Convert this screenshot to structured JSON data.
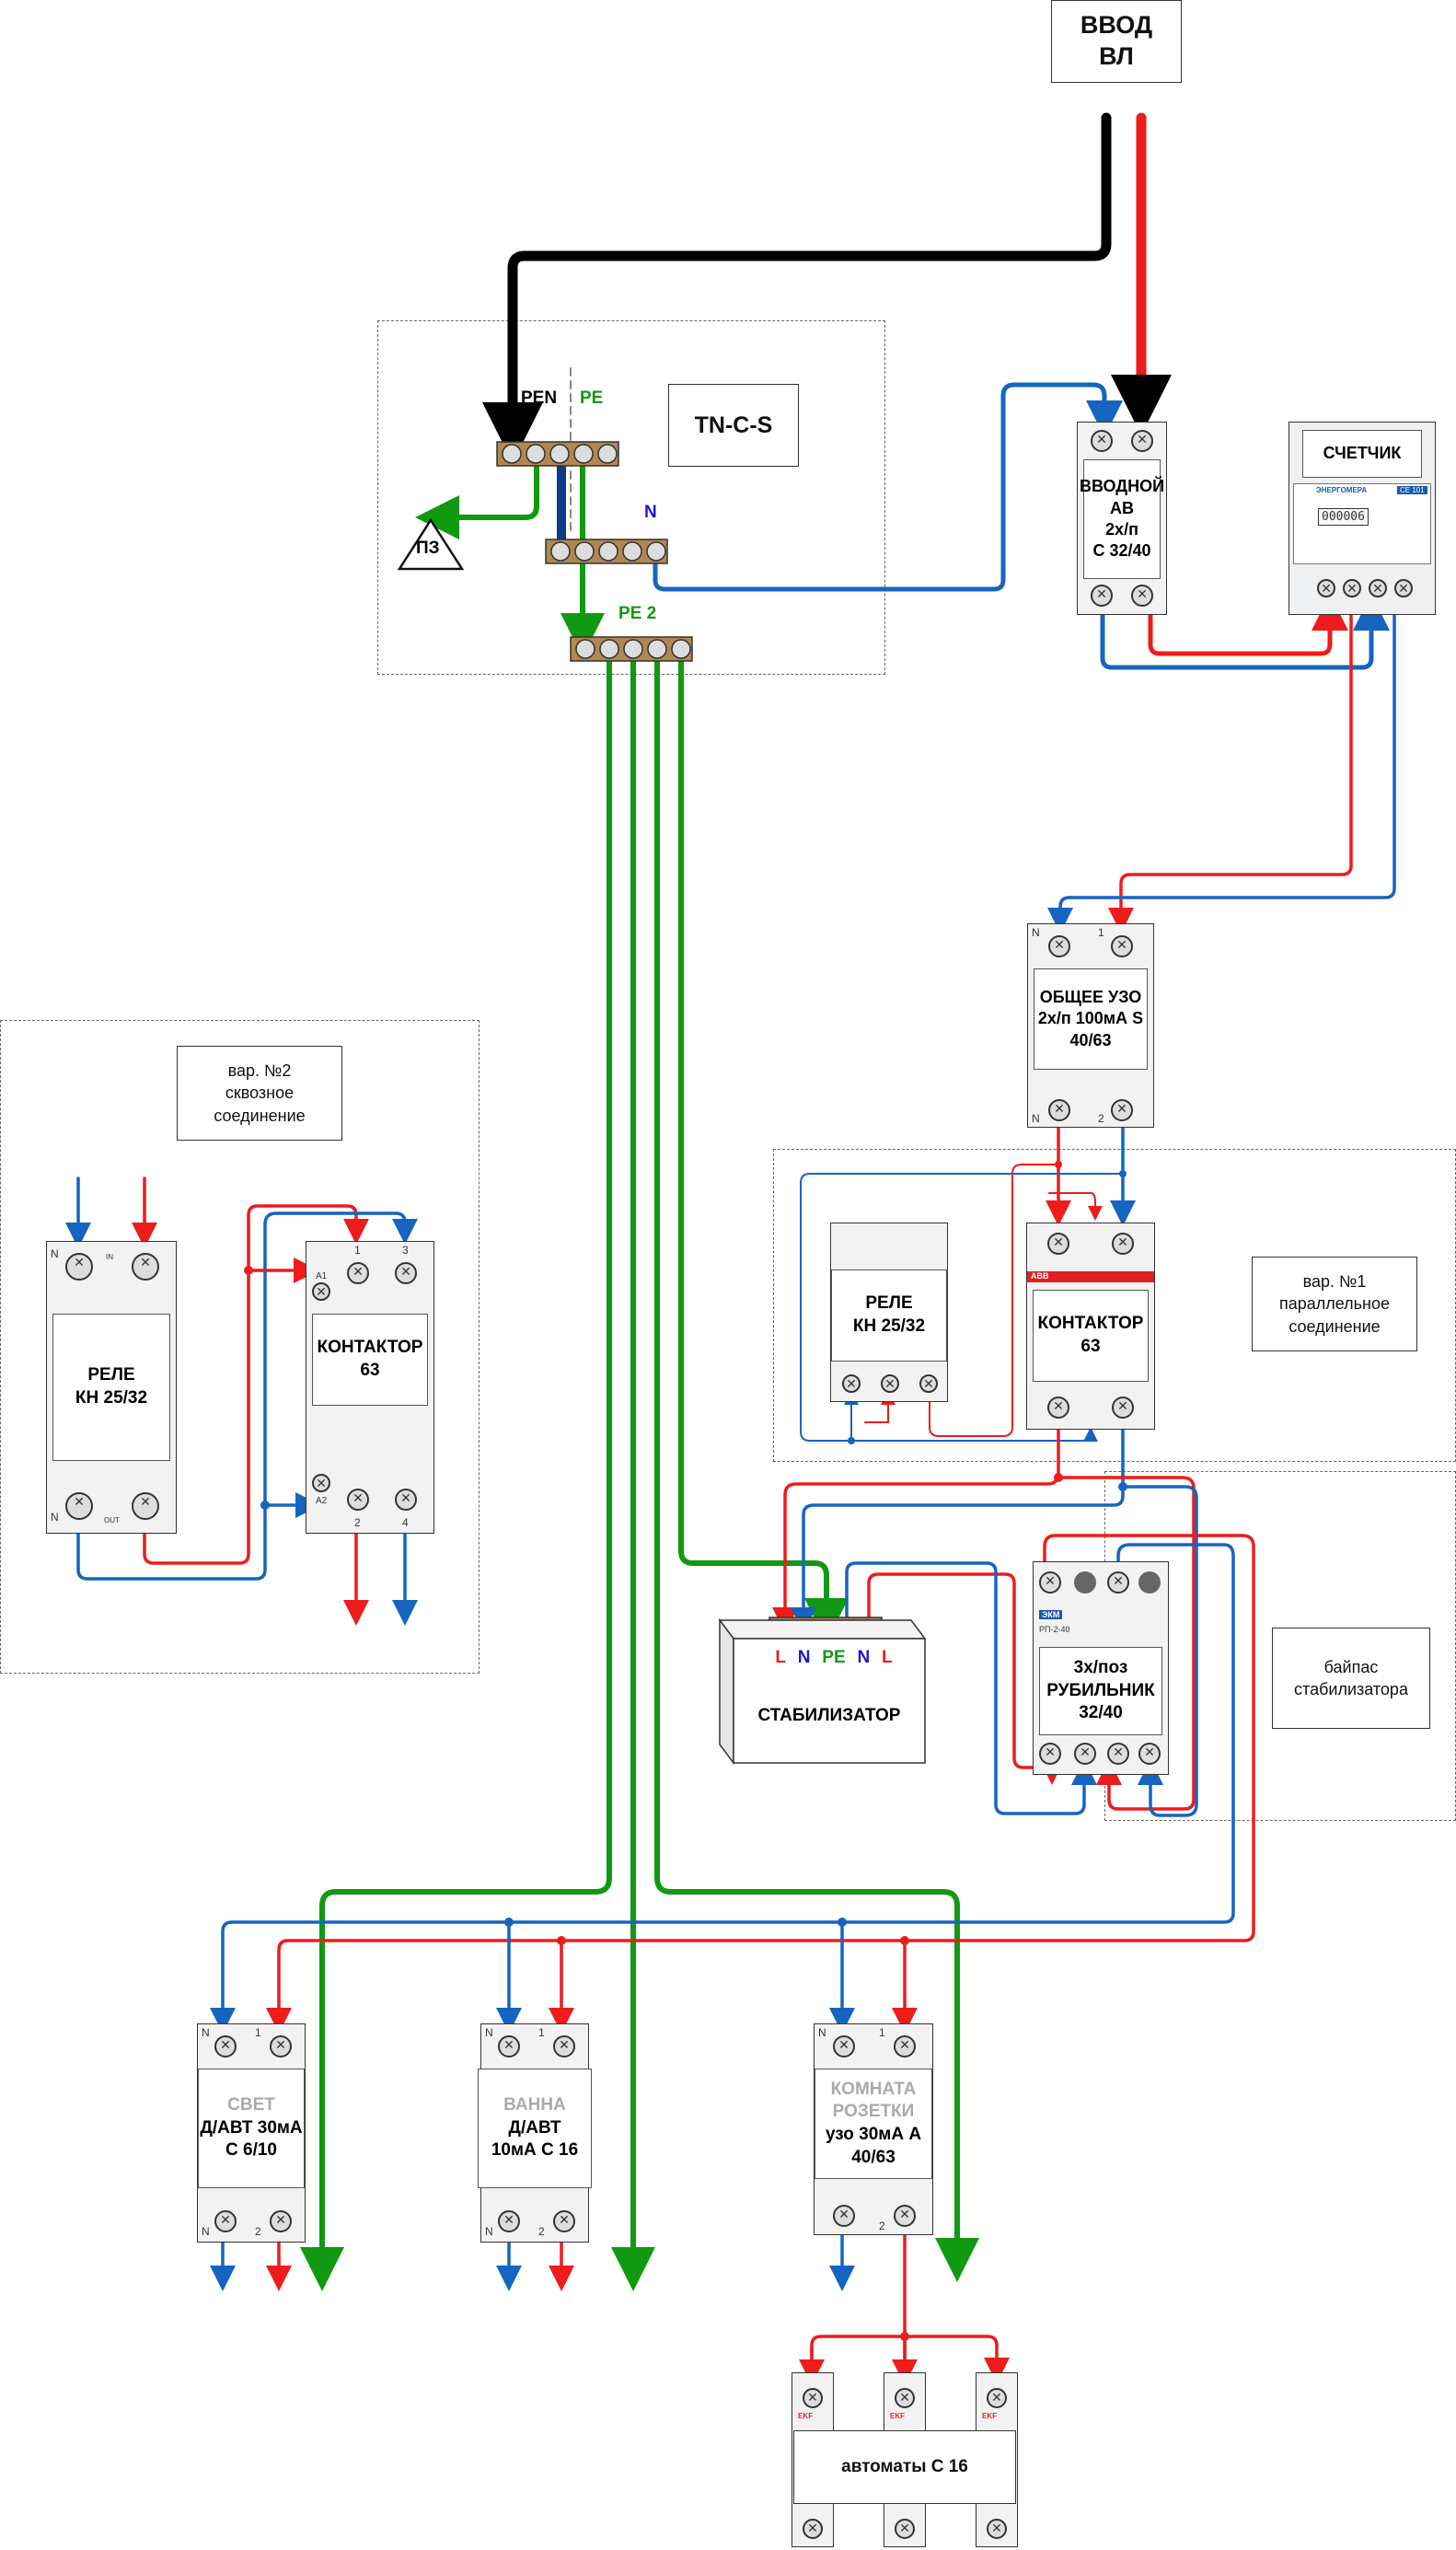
{
  "colors": {
    "phase": "#ee1c1c",
    "neutral": "#1565c0",
    "pe": "#119911",
    "pen": "#000000",
    "gray_text": "#aaaaaa"
  },
  "input": {
    "title": "ВВОД\nВЛ"
  },
  "grounding": {
    "system": "TN-C-S",
    "pen_label": "PEN",
    "pe_label": "PE",
    "n_label": "N",
    "pe2_label": "PE 2",
    "earth_label": "ПЗ"
  },
  "main_breaker": {
    "label": "ВВОДНОЙ\nАВ\n2х/п\nС 32/40"
  },
  "meter": {
    "label": "СЧЕТЧИК",
    "brand": "ЭНЕРГОМЕРА",
    "model": "CE 101",
    "reading": "000006"
  },
  "rcd_main": {
    "label": "ОБЩЕЕ УЗО\n2х/п  100мА S\n40/63",
    "t_n_top": "N",
    "t_1": "1",
    "t_n_bot": "N",
    "t_2": "2"
  },
  "variant1": {
    "caption": "вар. №1\nпараллельное\nсоединение",
    "relay": "РЕЛЕ\nКН 25/32",
    "contactor": "КОНТАКТОР\n63",
    "contactor_brand": "ABB"
  },
  "variant2": {
    "caption": "вар. №2\nсквозное\nсоединение",
    "relay": "РЕЛЕ\nКН 25/32",
    "contactor": "КОНТАКТОР\n63",
    "relay_in": "IN",
    "relay_out": "OUT",
    "a1": "A1",
    "a2": "A2"
  },
  "stabilizer": {
    "label": "СТАБИЛИЗАТОР",
    "terms": [
      "L",
      "N",
      "PE",
      "N",
      "L"
    ]
  },
  "bypass": {
    "caption": "байпас\nстабилизатора",
    "switch": "3х/поз\nРУБИЛЬНИК\n32/40",
    "brand": "ЭКМ",
    "model": "РП-2-40"
  },
  "branches": [
    {
      "id": "light",
      "title": "СВЕТ",
      "label": "Д/АВТ 30мА\nС 6/10"
    },
    {
      "id": "bath",
      "title": "ВАННА",
      "label": "Д/АВТ\n10мА С 16"
    },
    {
      "id": "room",
      "title": "КОМНАТА\nРОЗЕТКИ",
      "label": "узо 30мА А\n40/63"
    }
  ],
  "automats": {
    "label": "автоматы  С 16",
    "brand": "EKF"
  },
  "term_labels": {
    "n": "N",
    "one": "1",
    "two": "2",
    "three": "3",
    "four": "4"
  }
}
